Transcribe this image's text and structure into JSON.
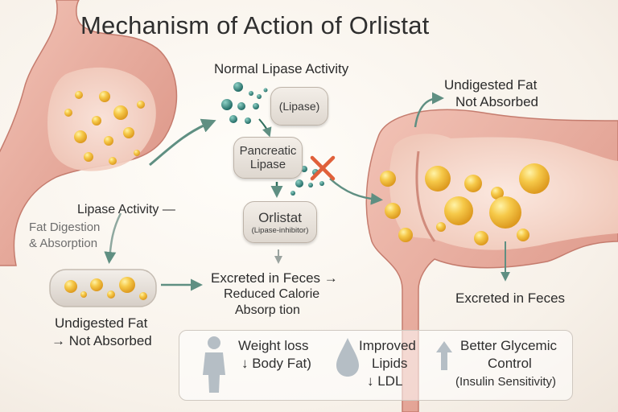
{
  "title": "Mechanism of Action of Orlistat",
  "normal_lipase": {
    "heading": "Normal Lipase Activity",
    "lipase_label": "(Lipase)",
    "pancreatic_line1": "Pancreatic",
    "pancreatic_line2": "Lipase",
    "orlistat": "Orlistat",
    "orlistat_sub": "(Lipase-inhibitor)"
  },
  "left_panel": {
    "lipase_activity": "Lipase Activity —",
    "fat_digestion_1": "Fat Digestion",
    "fat_digestion_2": "& Absorption",
    "undigested_1": "Undigested Fat",
    "undigested_2": "→ Not Absorbed"
  },
  "center": {
    "excreted": "Excreted in Feces →",
    "reduced_1": "Reduced Calorie",
    "reduced_2": "Absorp  tion"
  },
  "right_panel": {
    "undigested_1": "Undigested Fat",
    "undigested_2": "Not Absorbed",
    "excreted": "Excreted in Feces"
  },
  "benefits": {
    "weight_1": "Weight loss",
    "weight_2": "↓ Body Fat)",
    "lipids_1": "Improved",
    "lipids_2": "Lipids",
    "lipids_3": "↓ LDL",
    "glycemic_1": "Better Glycemic",
    "glycemic_2": "Control",
    "glycemic_3": "(Insulin Sensitivity)"
  },
  "colors": {
    "arrow_green": "#5f8f82",
    "molecule_teal": "#2f7f78",
    "inhibit_red": "#e0603a",
    "fat_yellow": "#f1b93a",
    "tissue_pink": "#e7a89a",
    "icon_slate": "#5c6f7e"
  }
}
